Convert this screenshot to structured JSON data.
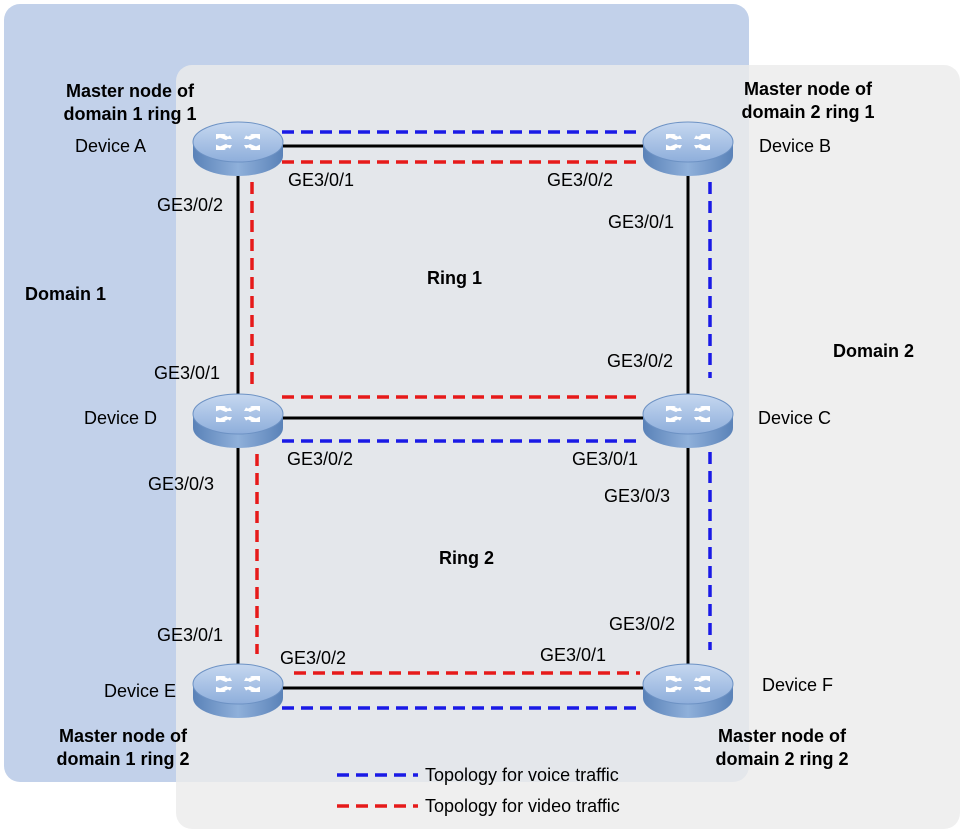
{
  "domains": {
    "domain1": "Domain 1",
    "domain2": "Domain 2"
  },
  "rings": {
    "ring1": "Ring 1",
    "ring2": "Ring 2"
  },
  "devices": {
    "a": "Device A",
    "b": "Device B",
    "c": "Device C",
    "d": "Device D",
    "e": "Device E",
    "f": "Device F"
  },
  "masters": {
    "a": [
      "Master node of",
      "domain 1 ring 1"
    ],
    "b": [
      "Master node of",
      "domain 2 ring 1"
    ],
    "e": [
      "Master node of",
      "domain 1 ring 2"
    ],
    "f": [
      "Master node of",
      "domain 2 ring 2"
    ]
  },
  "ports": {
    "a_right": "GE3/0/1",
    "a_down": "GE3/0/2",
    "b_left": "GE3/0/2",
    "b_down": "GE3/0/1",
    "c_up": "GE3/0/2",
    "c_left": "GE3/0/1",
    "c_down": "GE3/0/3",
    "d_up": "GE3/0/1",
    "d_right": "GE3/0/2",
    "d_down": "GE3/0/3",
    "e_up": "GE3/0/1",
    "e_right": "GE3/0/2",
    "f_left": "GE3/0/1",
    "f_up": "GE3/0/2"
  },
  "legend": {
    "voice": "Topology for voice traffic",
    "video": "Topology for video traffic"
  },
  "colors": {
    "domain1_fill": "#c2d1ea",
    "domain2_fill": "#ebebeb",
    "voice_line": "#1a1ae6",
    "video_line": "#e61a1a",
    "link": "#000000",
    "device_body": "#7fa3d0",
    "device_top": "#a9c3e6"
  }
}
